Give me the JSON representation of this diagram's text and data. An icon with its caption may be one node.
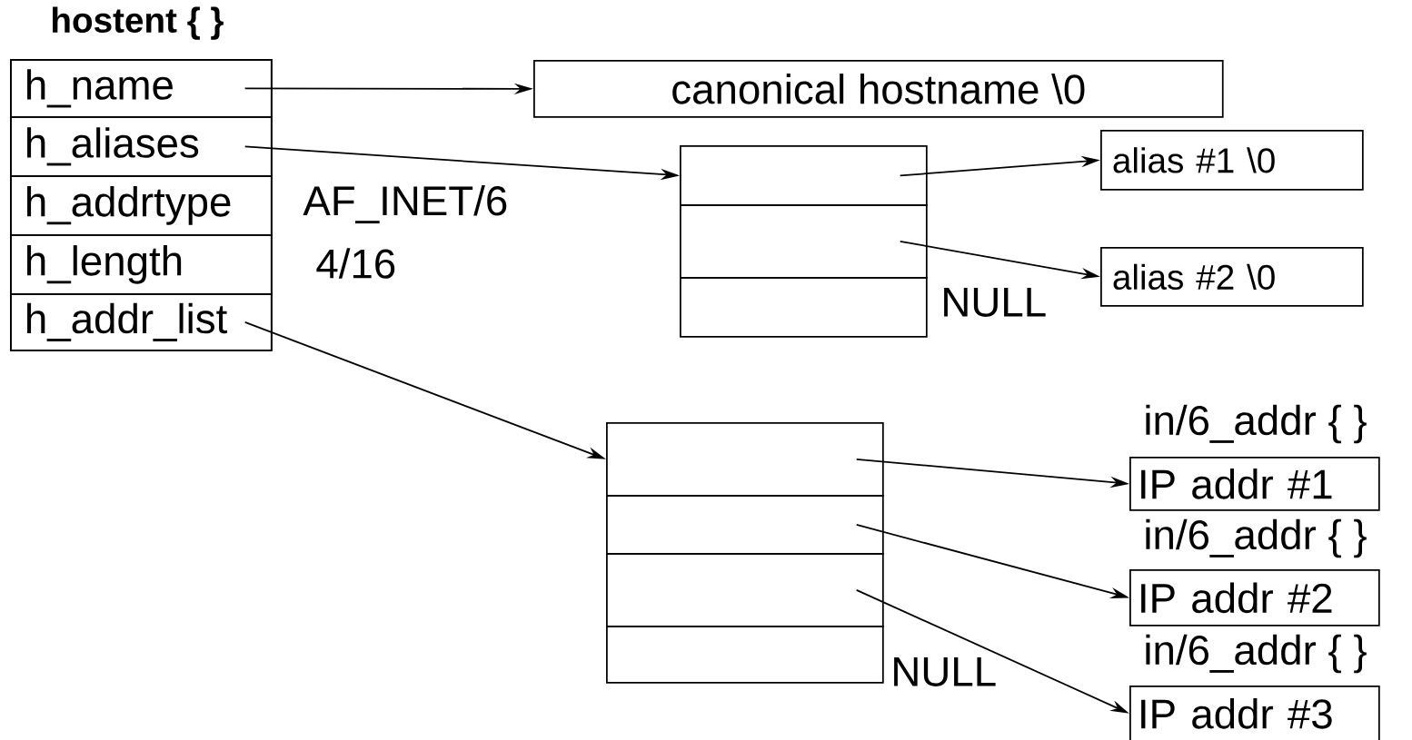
{
  "diagram": {
    "nodes": [
      {
        "text": [
          "hostent { }"
        ]
      },
      {
        "text": [
          "h_name"
        ],
        "in": 0
      },
      {
        "text": [
          "h_aliases"
        ],
        "in": 0
      },
      {
        "text": [
          "h_addrtype"
        ],
        "in": 0,
        "beside": [
          "AF_INET/6"
        ]
      },
      {
        "text": [
          "h_length"
        ],
        "in": 0,
        "beside": [
          "4/16"
        ]
      },
      {
        "text": [
          "h_addr_list"
        ],
        "in": 0
      },
      {
        "text": [
          "canonical hostname \\0"
        ]
      },
      {
        "text": [],
        "shape": "box"
      },
      {
        "text": [],
        "shape": "box"
      },
      {
        "text": [],
        "shape": "box",
        "beside": [
          "NULL"
        ]
      },
      {
        "text": [
          "alias #1 \\0"
        ]
      },
      {
        "text": [
          "alias #2 \\0"
        ]
      },
      {
        "text": [],
        "shape": "box"
      },
      {
        "text": [],
        "shape": "box"
      },
      {
        "text": [],
        "shape": "box"
      },
      {
        "text": [],
        "shape": "box",
        "beside": [
          "NULL"
        ]
      },
      {
        "text": [
          "in/6_addr { }",
          "IP addr #1"
        ]
      },
      {
        "text": [
          "in/6_addr { }",
          "IP addr #2"
        ]
      },
      {
        "text": [
          "in/6_addr { }",
          "IP addr #3"
        ]
      }
    ],
    "edges": [
      {
        "from": 1,
        "to": 6,
        "arrow": "to"
      },
      {
        "from": 2,
        "to": 7,
        "arrow": "to"
      },
      {
        "from": 7,
        "to": 10,
        "arrow": "to"
      },
      {
        "from": 8,
        "to": 11,
        "arrow": "to"
      },
      {
        "from": 5,
        "to": 12,
        "arrow": "to"
      },
      {
        "from": 12,
        "to": 16,
        "arrow": "to"
      },
      {
        "from": 13,
        "to": 17,
        "arrow": "to"
      },
      {
        "from": 14,
        "to": 18,
        "arrow": "to"
      }
    ]
  }
}
